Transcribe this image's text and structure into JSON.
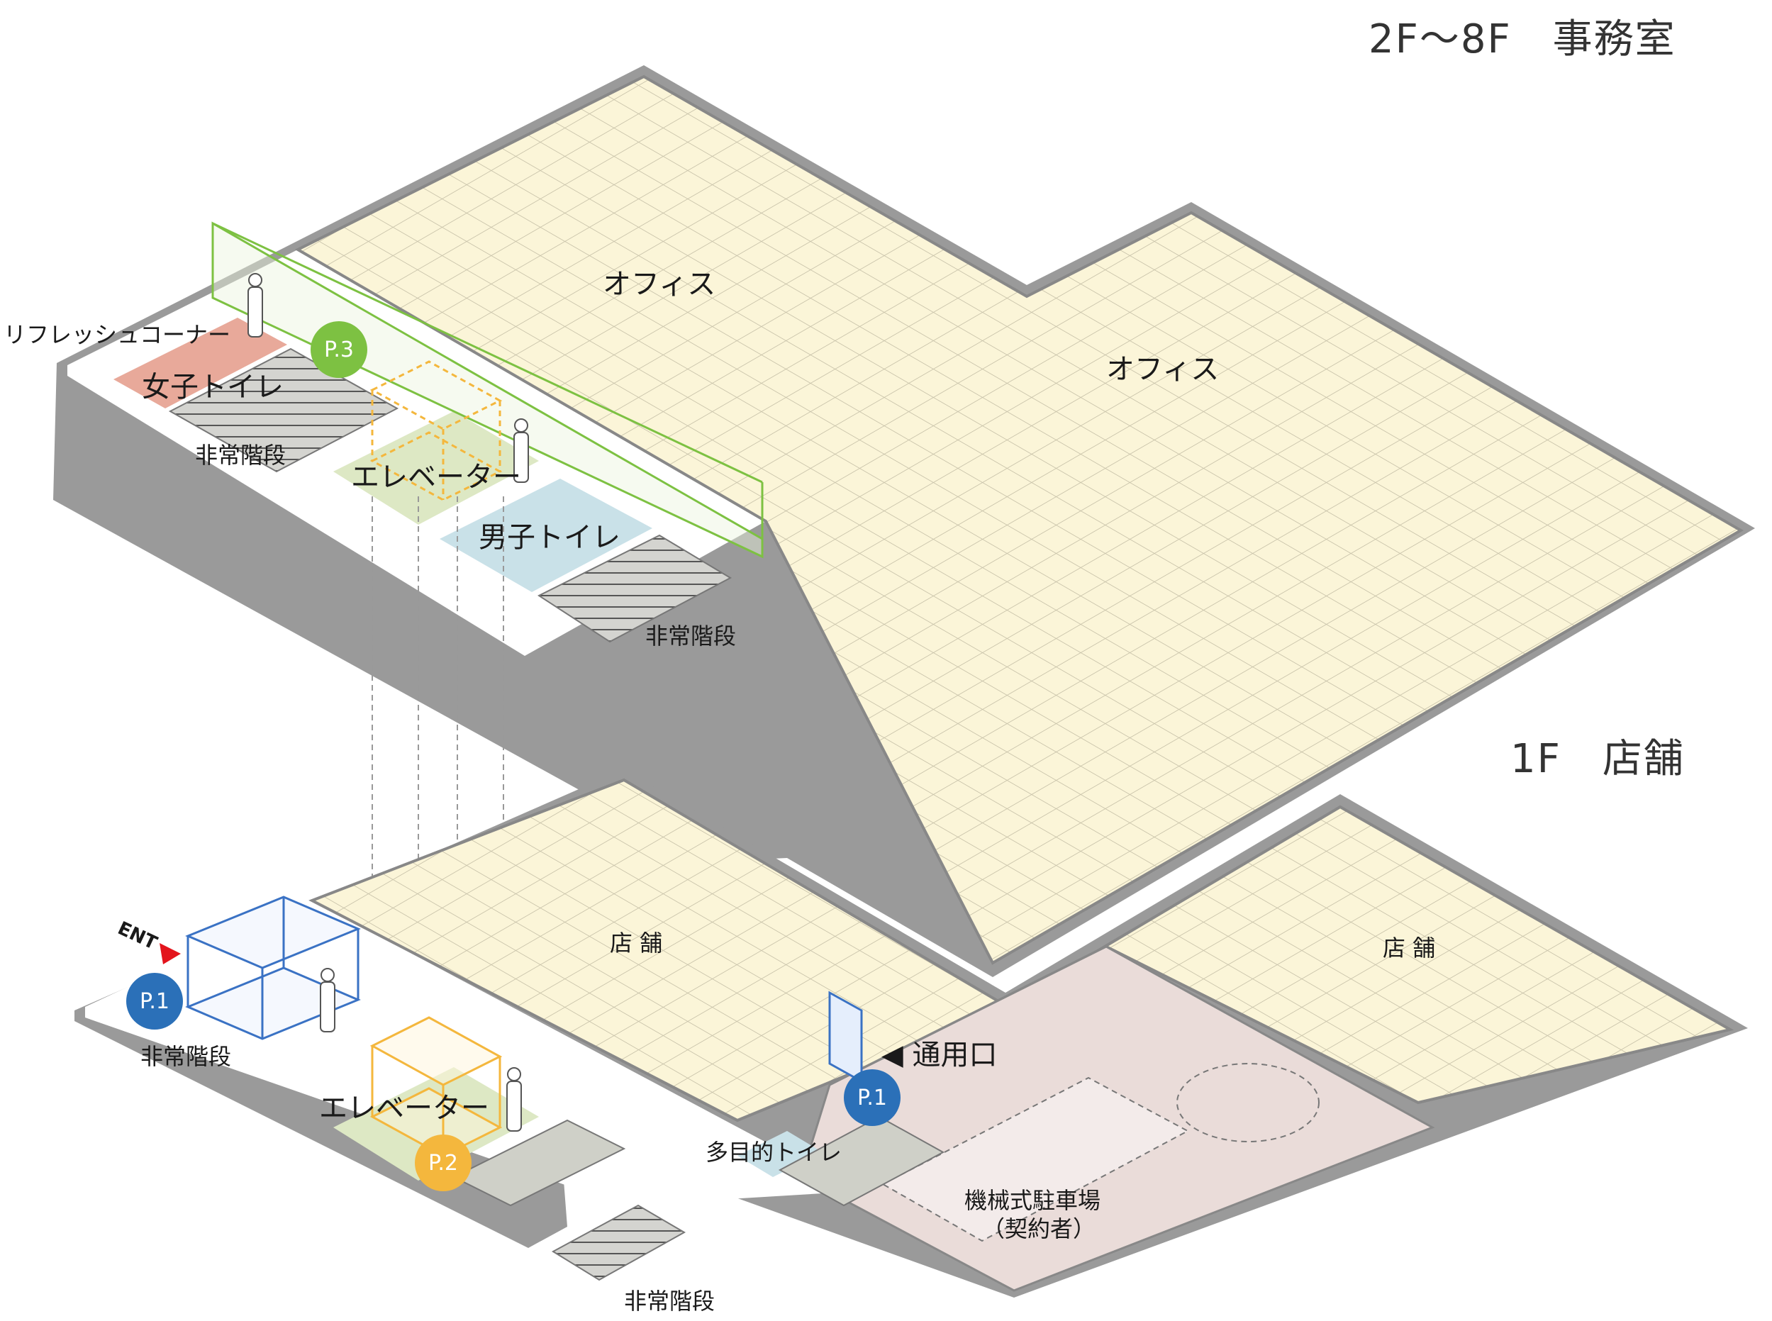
{
  "titles": {
    "upper": "2F〜8F　事務室",
    "lower": "1F　店舗"
  },
  "upper_floor": {
    "office_a": "オフィス",
    "office_b": "オフィス",
    "refresh_corner": "リフレッシュコーナー",
    "womens_toilet": "女子トイレ",
    "emergency_stairs_a": "非常階段",
    "elevator": "エレベーター",
    "mens_toilet": "男子トイレ",
    "emergency_stairs_b": "非常階段",
    "badge": "P.3"
  },
  "lower_floor": {
    "store_a": "店 舗",
    "store_b": "店 舗",
    "entrance": "ENT",
    "emergency_stairs_a": "非常階段",
    "elevator": "エレベーター",
    "service_entrance": "◀ 通用口",
    "multipurpose_toilet": "多目的トイレ",
    "parking_line1": "機械式駐車場",
    "parking_line2": "（契約者）",
    "emergency_stairs_b": "非常階段",
    "badge_entrance": "P.1",
    "badge_service": "P.1",
    "badge_elevator": "P.2"
  },
  "colors": {
    "floor_grid": "#fbf5d8",
    "grid_line": "#c9c3aa",
    "wall": "#9a9a9a",
    "womens_toilet": "#e8a99a",
    "mens_toilet": "#c9e1e8",
    "elevator_hall": "#dde8c4",
    "parking": "#eadcd9",
    "stairs": "#d4d4d0",
    "badge_green": "#7dc142",
    "badge_blue": "#2b70b8",
    "badge_yellow": "#f4b73d",
    "glass_green": "#7dc142",
    "glass_blue": "#3a72c4",
    "elevator_frame": "#f4b73d",
    "entrance_arrow": "#e3141c"
  }
}
